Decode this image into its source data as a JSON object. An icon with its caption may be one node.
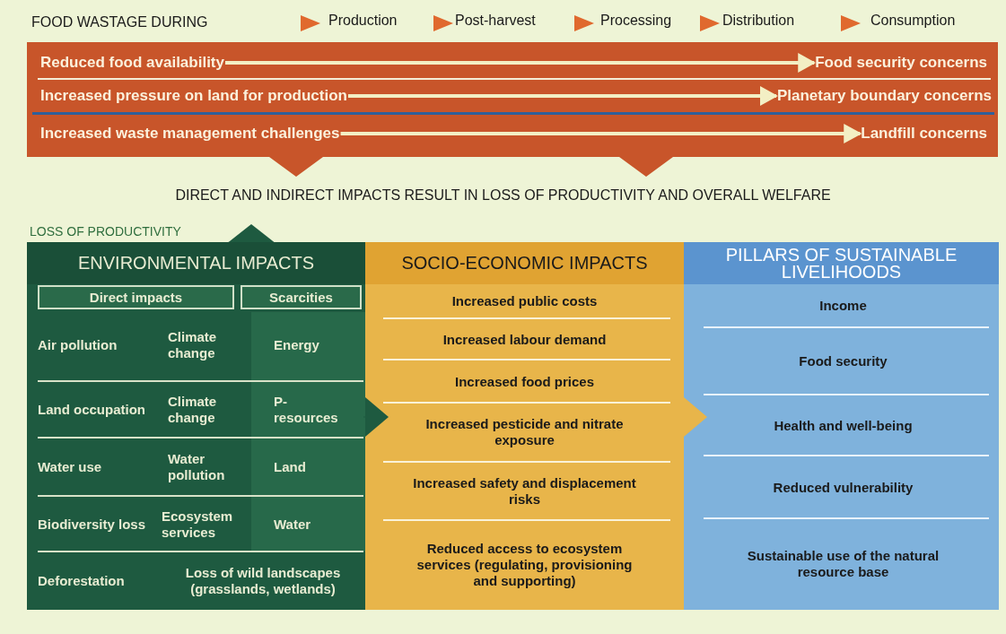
{
  "diagram": {
    "nodes": [
      {
        "text": [
          "Reduced food availability"
        ]
      },
      {
        "text": [
          "Food security concerns"
        ]
      },
      {
        "text": [
          "Increased pressure on land for production"
        ]
      },
      {
        "text": [
          "Planetary boundary concerns"
        ]
      },
      {
        "text": [
          "Increased waste management challenges"
        ]
      },
      {
        "text": [
          "Landfill concerns"
        ]
      },
      {
        "text": [
          "ENVIRONMENTAL IMPACTS"
        ]
      },
      {
        "text": [
          "Direct impacts"
        ],
        "in": 6
      },
      {
        "text": [
          "Scarcities"
        ],
        "in": 6
      },
      {
        "text": [
          "Air pollution"
        ],
        "in": 6
      },
      {
        "text": [
          "Climate change"
        ],
        "in": 6
      },
      {
        "text": [
          "Energy"
        ],
        "in": 6
      },
      {
        "text": [
          "Land occupation"
        ],
        "in": 6
      },
      {
        "text": [
          "Climate change"
        ],
        "in": 6
      },
      {
        "text": [
          "P- resources"
        ],
        "in": 6
      },
      {
        "text": [
          "Water use"
        ],
        "in": 6
      },
      {
        "text": [
          "Water pollution"
        ],
        "in": 6
      },
      {
        "text": [
          "Land"
        ],
        "in": 6
      },
      {
        "text": [
          "Biodiversity loss"
        ],
        "in": 6
      },
      {
        "text": [
          "Ecosystem services"
        ],
        "in": 6
      },
      {
        "text": [
          "Water"
        ],
        "in": 6
      },
      {
        "text": [
          "Deforestation"
        ],
        "in": 6
      },
      {
        "text": [
          "Loss of wild landscapes (grasslands, wetlands)"
        ],
        "in": 6
      },
      {
        "text": [
          "SOCIO-ECONOMIC IMPACTS"
        ]
      },
      {
        "text": [
          "Increased public costs"
        ],
        "in": 23
      },
      {
        "text": [
          "Increased labour demand"
        ],
        "in": 23
      },
      {
        "text": [
          "Increased food prices"
        ],
        "in": 23
      },
      {
        "text": [
          "Increased pesticide and nitrate exposure"
        ],
        "in": 23
      },
      {
        "text": [
          "Increased safety and displacement risks"
        ],
        "in": 23
      },
      {
        "text": [
          "Reduced access to ecosystem services (regulating, provisioning and supporting)"
        ],
        "in": 23
      },
      {
        "text": [
          "PILLARS OF SUSTAINABLE LIVELIHOODS"
        ]
      },
      {
        "text": [
          "Income"
        ],
        "in": 30
      },
      {
        "text": [
          "Food security"
        ],
        "in": 30
      },
      {
        "text": [
          "Health and well-being"
        ],
        "in": 30
      },
      {
        "text": [
          "Reduced vulnerability"
        ],
        "in": 30
      },
      {
        "text": [
          "Sustainable use of the natural resource base"
        ],
        "in": 30
      }
    ],
    "edges": [
      {
        "from": 0,
        "to": 1,
        "arrow": "to"
      },
      {
        "from": 2,
        "to": 3,
        "arrow": "to"
      },
      {
        "from": 4,
        "to": 5,
        "arrow": "to"
      },
      {
        "from": 6,
        "to": 23,
        "arrow": "to",
        "color": "#1e5a40"
      },
      {
        "from": 23,
        "to": 30,
        "arrow": "to",
        "color": "#e8b54a"
      }
    ],
    "labels": [
      "FOOD WASTAGE DURING",
      "Production",
      "Post-harvest",
      "Processing",
      "Distribution",
      "Consumption",
      "DIRECT AND INDIRECT IMPACTS RESULT IN LOSS OF PRODUCTIVITY AND OVERALL WELFARE",
      "LOSS OF PRODUCTIVITY"
    ]
  }
}
